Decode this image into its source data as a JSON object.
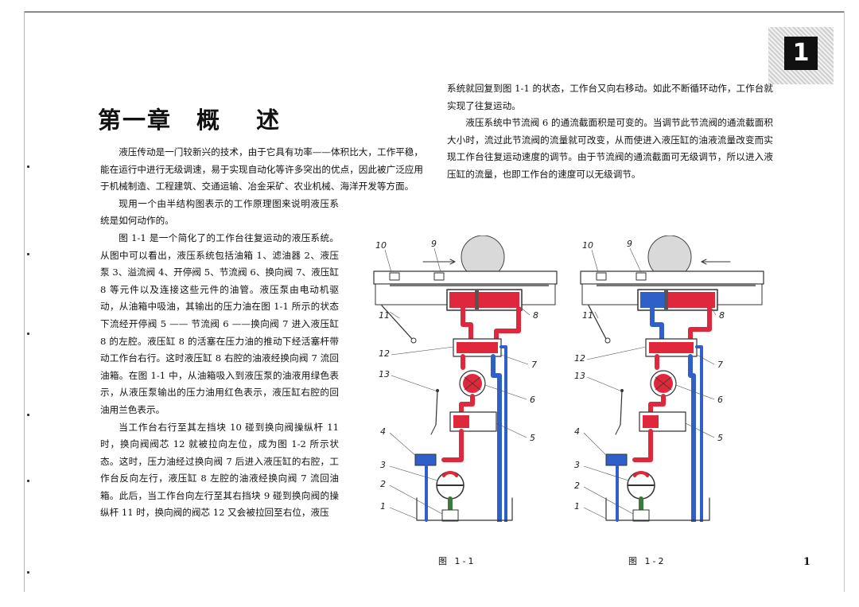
{
  "chapter": {
    "tab_number": "1",
    "title_left": "第一章　概",
    "title_right": "述"
  },
  "left_column": {
    "paragraphs": [
      "液压传动是一门较新兴的技术，由于它具有功率——体积比大，工作平稳，能在运行中进行无级调速，易于实现自动化等许多突出的优点，因此被广泛应用于机械制造、工程建筑、交通运输、冶金采矿、农业机械、海洋开发等方面。",
      "现用一个由半结构图表示的工作原理图来说明液压系统是如何动作的。",
      "图 1-1 是一个简化了的工作台往复运动的液压系统。从图中可以看出，液压系统包括油箱 1、滤油器 2、液压泵 3、溢流阀 4、开停阀 5、节流阀 6、换向阀 7、液压缸 8 等元件以及连接这些元件的油管。液压泵由电动机驱动，从油箱中吸油，其输出的压力油在图 1-1 所示的状态下流经开停阀 5 —— 节流阀 6 ——换向阀 7 进入液压缸 8 的左腔。液压缸 8 的活塞在压力油的推动下经活塞杆带动工作台右行。这时液压缸 8 右腔的油液经换向阀 7 流回油箱。在图 1-1 中，从油箱吸入到液压泵的油液用绿色表示，从液压泵输出的压力油用红色表示，液压缸右腔的回油用兰色表示。",
      "当工作台右行至其左挡块 10 碰到换向阀操纵杆 11 时，换向阀阀芯 12 就被拉向左位，成为图 1-2 所示状态。这时，压力油经过换向阀 7 后进入液压缸的右腔，工作台反向左行，液压缸 8 左腔的油液经换向阀 7 流回油箱。此后，当工作台向左行至其右挡块 9 碰到换向阀的操纵杆 11 时，换向阀的阀芯 12 又会被拉回至右位，液压"
    ]
  },
  "right_column": {
    "paragraphs": [
      "系统就回复到图 1-1 的状态，工作台又向右移动。如此不断循环动作，工作台就实现了往复运动。",
      "液压系统中节流阀 6 的通流截面积是可变的。当调节此节流阀的通流截面积大小时，流过此节流阀的流量就可改变，从而使进入液压缸的油液流量改变而实现工作台往复运动速度的调节。由于节流阀的通流截面可无级调节，所以进入液压缸的流量，也即工作台的速度可以无级调节。"
    ]
  },
  "figures": [
    {
      "caption": "图 1-1",
      "labels": [
        "10",
        "9",
        "11",
        "8",
        "12",
        "7",
        "13",
        "6",
        "5",
        "4",
        "3",
        "2",
        "1"
      ]
    },
    {
      "caption": "图 1-2",
      "labels": [
        "10",
        "9",
        "11",
        "8",
        "12",
        "7",
        "13",
        "6",
        "5",
        "4",
        "3",
        "2",
        "1"
      ]
    }
  ],
  "colors": {
    "pressure_oil": "#e0283c",
    "return_oil": "#2f5fc8",
    "suction_oil": "#3a7a3a"
  },
  "page_number": "1"
}
